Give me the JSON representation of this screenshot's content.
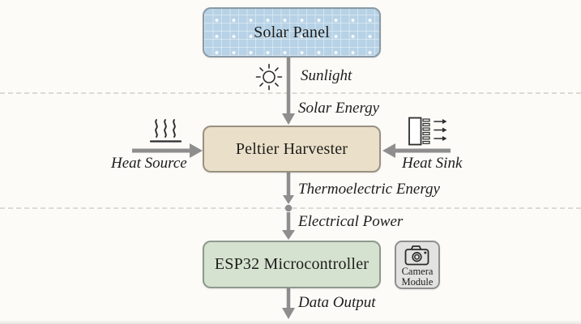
{
  "diagram": {
    "background_color": "#fcfbf8",
    "divider_color": "#dbdad3",
    "arrow_color": "#8e8e8e",
    "text_color": "#1d1d1b",
    "nodes": {
      "solar_panel": {
        "label": "Solar Panel",
        "fill": "#b7d2e6",
        "border": "#8b99a4"
      },
      "peltier_harvester": {
        "label": "Peltier Harvester",
        "fill": "#eadfc8",
        "border": "#9a9183"
      },
      "esp32": {
        "label": "ESP32 Microcontroller",
        "fill": "#d6e2d0",
        "border": "#8d998d"
      },
      "camera_module": {
        "label_line1": "Camera",
        "label_line2": "Module",
        "fill": "#e2e2e0",
        "border": "#8f8f8f"
      }
    },
    "flow_labels": {
      "sunlight": "Sunlight",
      "solar_energy": "Solar Energy",
      "heat_source": "Heat Source",
      "heat_sink": "Heat Sink",
      "thermoelectric_energy": "Thermoelectric Energy",
      "electrical_power": "Electrical Power",
      "data_output": "Data Output"
    },
    "icons": {
      "sun": "sun-icon",
      "heat_waves": "heat-waves-icon",
      "heat_sink": "heat-sink-icon",
      "camera": "camera-icon"
    }
  }
}
